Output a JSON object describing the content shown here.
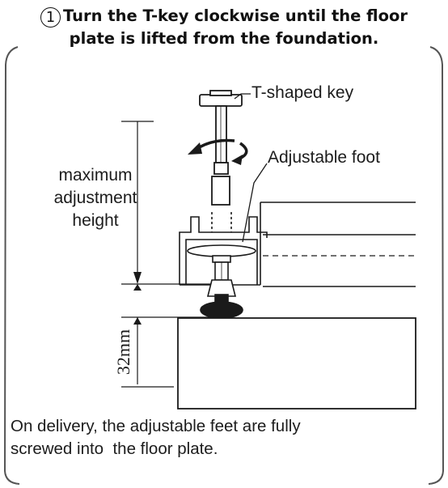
{
  "instruction": {
    "step_number": "1",
    "line1": "Turn the T-key clockwise until the floor",
    "line2": "plate is lifted from the foundation."
  },
  "labels": {
    "t_key": "T-shaped key",
    "adjustable_foot": "Adjustable foot",
    "max_height_line1": "maximum",
    "max_height_line2": "adjustment",
    "max_height_line3": "height",
    "dimension": "32mm"
  },
  "note": {
    "line1": "On delivery, the adjustable feet are fully",
    "line2": "screwed into  the floor plate."
  },
  "colors": {
    "ink": "#1a1a1a",
    "frame": "#555555",
    "background": "#ffffff"
  }
}
